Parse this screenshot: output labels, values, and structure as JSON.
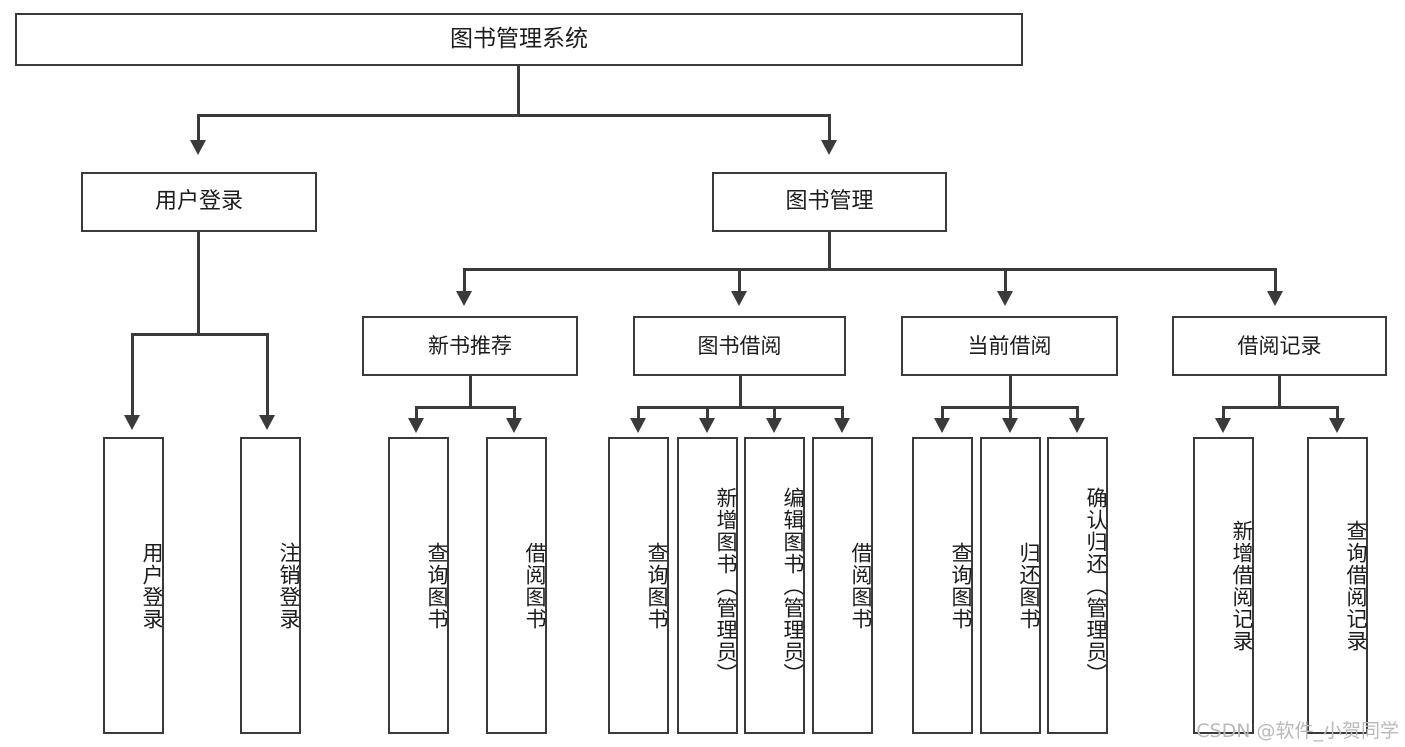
{
  "diagram": {
    "title": "图书管理系统",
    "type": "功能结构图",
    "root": {
      "label": "图书管理系统"
    },
    "level1": [
      {
        "label": "用户登录"
      },
      {
        "label": "图书管理"
      }
    ],
    "level2": [
      {
        "label": "新书推荐"
      },
      {
        "label": "图书借阅"
      },
      {
        "label": "当前借阅"
      },
      {
        "label": "借阅记录"
      }
    ],
    "leaves": {
      "user_login": [
        {
          "label": "用户登录"
        },
        {
          "label": "注销登录"
        }
      ],
      "new_book_recommend": [
        {
          "label": "查询图书"
        },
        {
          "label": "借阅图书"
        }
      ],
      "book_borrow": [
        {
          "label": "查询图书"
        },
        {
          "label": "新增图书（管理员）"
        },
        {
          "label": "编辑图书（管理员）"
        },
        {
          "label": "借阅图书"
        }
      ],
      "current_borrow": [
        {
          "label": "查询图书"
        },
        {
          "label": "归还图书"
        },
        {
          "label": "确认归还（管理员）"
        }
      ],
      "borrow_record": [
        {
          "label": "新增借阅记录"
        },
        {
          "label": "查询借阅记录"
        }
      ]
    }
  },
  "watermark": {
    "text": "CSDN @软件_小贺同学"
  },
  "colors": {
    "stroke": "#3a3a3a",
    "text": "#1c1c1c",
    "background": "#ffffff",
    "watermark": "#b9b9b9"
  }
}
